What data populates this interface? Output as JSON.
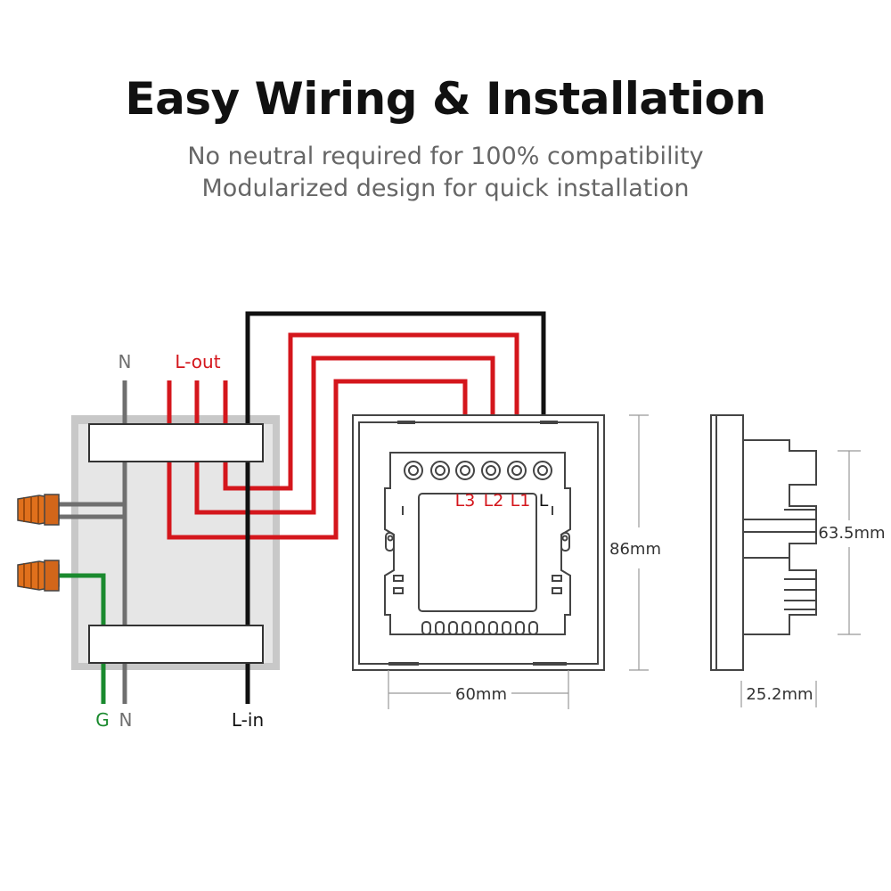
{
  "header": {
    "title": "Easy Wiring & Installation",
    "subtitle_line1": "No neutral required for 100% compatibility",
    "subtitle_line2": "Modularized design for quick installation"
  },
  "wiring_labels": {
    "neutral_top": "N",
    "load_out": "L-out",
    "ground": "G",
    "neutral_bottom": "N",
    "line_in": "L-in"
  },
  "terminal_labels": {
    "l3": "L3",
    "l2": "L2",
    "l1": "L1",
    "l": "L"
  },
  "dimensions": {
    "height": "86mm",
    "width": "60mm",
    "module_height": "63.5mm",
    "depth": "25.2mm"
  },
  "colors": {
    "live_wire": "#d4161c",
    "line_in_wire": "#111111",
    "ground_wire": "#1a8a2e",
    "neutral_wire": "#6f6f6f",
    "connector": "#e0701c",
    "box_fill": "#e6e6e6",
    "box_border": "#c8c8c8"
  }
}
